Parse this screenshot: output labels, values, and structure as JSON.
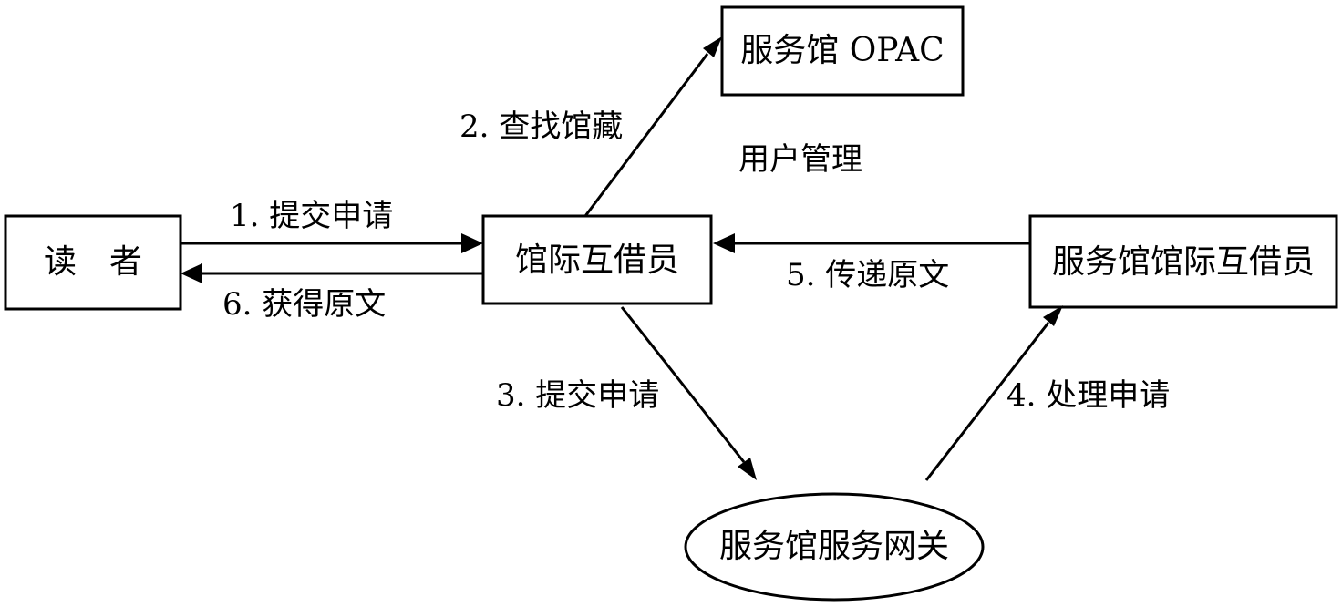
{
  "diagram": {
    "nodes": {
      "reader": {
        "label": "读　者"
      },
      "ill_staff": {
        "label": "馆际互借员"
      },
      "opac": {
        "label": "服务馆 OPAC"
      },
      "service_ill_staff": {
        "label": "服务馆馆际互借员"
      },
      "gateway": {
        "label": "服务馆服务网关"
      }
    },
    "edges": {
      "submit_request_1": {
        "label": "1. 提交申请"
      },
      "search_holdings_2": {
        "label": "2. 查找馆藏"
      },
      "submit_request_3": {
        "label": "3. 提交申请"
      },
      "process_request_4": {
        "label": "4. 处理申请"
      },
      "deliver_original_5": {
        "label": "5. 传递原文"
      },
      "obtain_original_6": {
        "label": "6. 获得原文"
      }
    },
    "annotations": {
      "user_management": "用户管理"
    }
  }
}
